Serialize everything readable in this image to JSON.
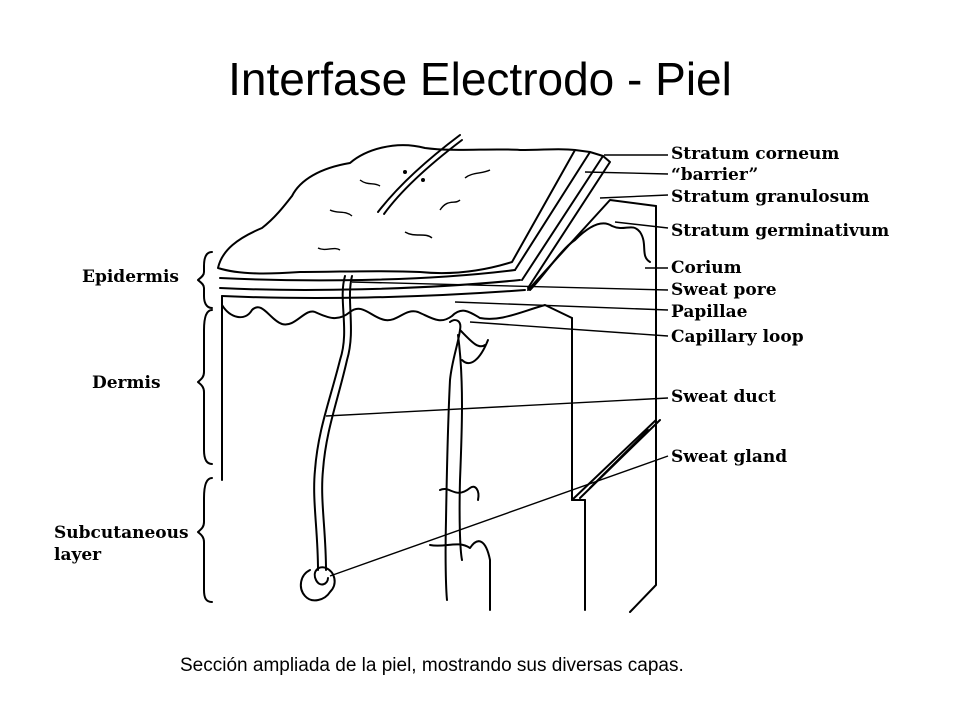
{
  "title": "Interfase Electrodo - Piel",
  "caption": "Sección ampliada de la piel, mostrando sus diversas capas.",
  "diagram": {
    "left_labels": {
      "epidermis": "Epidermis",
      "dermis": "Dermis",
      "subcutaneous_line1": "Subcutaneous",
      "subcutaneous_line2": "layer"
    },
    "right_labels": [
      "Stratum corneum",
      "“barrier”",
      "Stratum granulosum",
      "Stratum germinativum",
      "Corium",
      "Sweat pore",
      "Papillae",
      "Capillary loop",
      "Sweat duct",
      "Sweat gland"
    ]
  }
}
